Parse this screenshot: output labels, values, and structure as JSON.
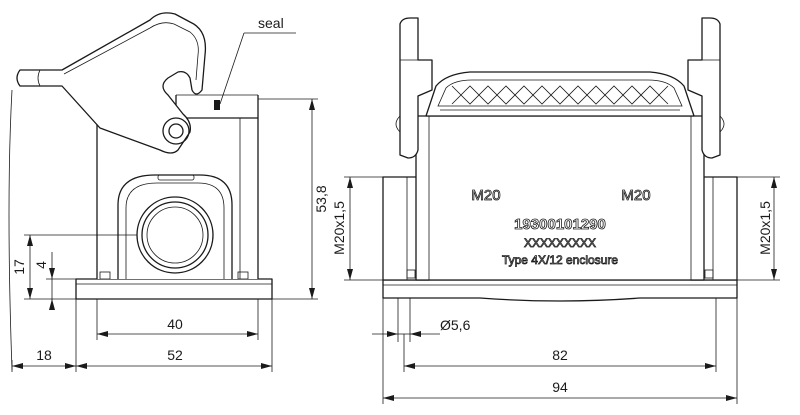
{
  "labels": {
    "seal": "seal",
    "dim_17": "17",
    "dim_4": "4",
    "dim_53_8": "53,8",
    "dim_40": "40",
    "dim_52": "52",
    "dim_18": "18",
    "dim_m20_left": "M20x1,5",
    "dim_m20_right": "M20x1,5",
    "dim_dia_5_6": "Ø5,6",
    "dim_82": "82",
    "dim_94": "94"
  },
  "markings": {
    "m20_left": "M20",
    "m20_right": "M20",
    "part_number": "19300101290",
    "serial": "XXXXXXXXX",
    "enclosure": "Type 4X/12 enclosure"
  }
}
